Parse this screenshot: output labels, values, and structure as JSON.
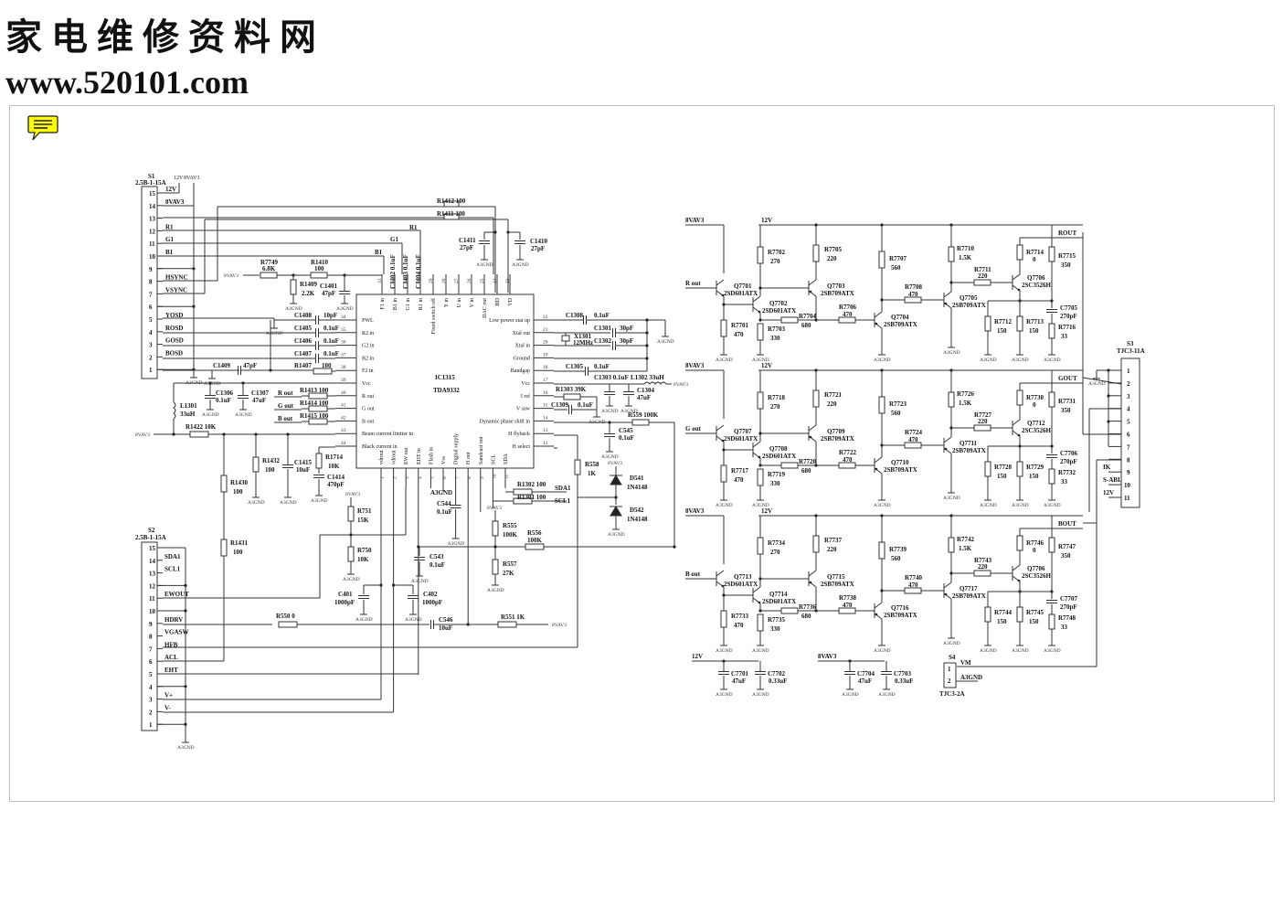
{
  "header": {
    "title_cn": "家电维修资料网",
    "url": "www.520101.com"
  },
  "note_icon": {
    "name": "comment-note-icon",
    "color": "#ffff00"
  },
  "connectors": {
    "S1": {
      "ref": "S1",
      "part": "2.5B-1-15A",
      "pins": [
        "15",
        "14",
        "13",
        "12",
        "11",
        "10",
        "9",
        "8",
        "7",
        "6",
        "5",
        "4",
        "3",
        "2",
        "1"
      ],
      "labels": {
        "15": "12V",
        "14": "8VAV3",
        "12": "R1",
        "11": "G1",
        "10": "B1",
        "8": "HSYNC",
        "7": "VSYNC",
        "5": "YOSD",
        "4": "ROSD",
        "3": "GOSD",
        "2": "BOSD"
      },
      "top_nets": [
        "12V",
        "8VAV3"
      ]
    },
    "S2": {
      "ref": "S2",
      "part": "2.5B-1-15A",
      "pins": [
        "15",
        "14",
        "13",
        "12",
        "11",
        "10",
        "9",
        "8",
        "7",
        "6",
        "5",
        "4",
        "3",
        "2",
        "1"
      ],
      "labels": {
        "14": "SDA1",
        "13": "SCL1",
        "11": "EWOUT",
        "9": "HDRV",
        "8": "VGASW",
        "7": "HFB",
        "6": "ACL",
        "5": "EHT",
        "3": "V+",
        "2": "V-"
      }
    },
    "S3": {
      "ref": "S3",
      "part": "TJC3-11A",
      "pins": [
        "1",
        "2",
        "3",
        "4",
        "5",
        "6",
        "7",
        "8",
        "9",
        "10",
        "11"
      ],
      "labels": {
        "9": "IK",
        "10": "S-ABL",
        "11": "12V"
      }
    },
    "S4": {
      "ref": "S4",
      "part": "TJC3-2A",
      "pins": [
        "1",
        "2"
      ],
      "labels": {
        "1": "VM",
        "2": "A3GND"
      }
    }
  },
  "ic": {
    "ref": "IC1315",
    "part": "TDA9332",
    "left_pins": [
      {
        "n": "34",
        "name": "PWL"
      },
      {
        "n": "35",
        "name": "R2 in"
      },
      {
        "n": "36",
        "name": "G2 in"
      },
      {
        "n": "37",
        "name": "B2 in"
      },
      {
        "n": "38",
        "name": "F2 in"
      },
      {
        "n": "39",
        "name": "Vcc"
      },
      {
        "n": "40",
        "name": "R out"
      },
      {
        "n": "41",
        "name": "G out"
      },
      {
        "n": "42",
        "name": "B out"
      },
      {
        "n": "43",
        "name": "Beam current limiter in"
      },
      {
        "n": "44",
        "name": "Black current in"
      }
    ],
    "top_pins": [
      {
        "n": "33",
        "name": "F1 in"
      },
      {
        "n": "32",
        "name": "B1 in"
      },
      {
        "n": "31",
        "name": "G1 in"
      },
      {
        "n": "30",
        "name": "R1 in"
      },
      {
        "n": "29",
        "name": "Fixed switch off"
      },
      {
        "n": "28",
        "name": "Y in"
      },
      {
        "n": "27",
        "name": "U in"
      },
      {
        "n": "26",
        "name": "V in"
      },
      {
        "n": "25",
        "name": "DAC out"
      },
      {
        "n": "24",
        "name": "HD"
      },
      {
        "n": "23",
        "name": "VD"
      }
    ],
    "right_pins": [
      {
        "n": "22",
        "name": "Low power stat up"
      },
      {
        "n": "21",
        "name": "Xtal out"
      },
      {
        "n": "20",
        "name": "Xtal in"
      },
      {
        "n": "19",
        "name": "Ground"
      },
      {
        "n": "18",
        "name": "Bandgap"
      },
      {
        "n": "17",
        "name": "Vcc"
      },
      {
        "n": "16",
        "name": "I ref"
      },
      {
        "n": "15",
        "name": "V saw"
      },
      {
        "n": "14",
        "name": "Dynamic phase shift in"
      },
      {
        "n": "13",
        "name": "H flyback"
      },
      {
        "n": "12",
        "name": "H select"
      }
    ],
    "bottom_pins": [
      {
        "n": "1",
        "name": "vdrout"
      },
      {
        "n": "2",
        "name": "vdrout"
      },
      {
        "n": "3",
        "name": "EW out"
      },
      {
        "n": "4",
        "name": "EHT in"
      },
      {
        "n": "5",
        "name": "Flash in"
      },
      {
        "n": "6",
        "name": "Vss"
      },
      {
        "n": "7",
        "name": "Digital supply"
      },
      {
        "n": "8",
        "name": "H out"
      },
      {
        "n": "9",
        "name": "Sandcast out"
      },
      {
        "n": "10",
        "name": "SCL"
      },
      {
        "n": "11",
        "name": "SDA"
      }
    ]
  },
  "parts_left": [
    {
      "ref": "R1412",
      "value": "100"
    },
    {
      "ref": "R1411",
      "value": "100"
    },
    {
      "ref": "C1411",
      "value": "27pF"
    },
    {
      "ref": "C1410",
      "value": "27pF"
    },
    {
      "ref": "R7749",
      "value": "6.8K"
    },
    {
      "ref": "R1410",
      "value": "100"
    },
    {
      "ref": "R1409",
      "value": "2.2K"
    },
    {
      "ref": "C1401",
      "value": "47pF"
    },
    {
      "ref": "C1402",
      "value": "0.1uF"
    },
    {
      "ref": "C1403",
      "value": "0.1uF"
    },
    {
      "ref": "C1404",
      "value": "0.1uF"
    },
    {
      "ref": "C1408",
      "value": "10pF"
    },
    {
      "ref": "C1405",
      "value": "0.1uF"
    },
    {
      "ref": "C1406",
      "value": "0.1uF"
    },
    {
      "ref": "C1407",
      "value": "0.1uF"
    },
    {
      "ref": "R1407",
      "value": "100"
    },
    {
      "ref": "C1409",
      "value": "47pF"
    },
    {
      "ref": "C1306",
      "value": "0.1uF"
    },
    {
      "ref": "C1307",
      "value": "47uF"
    },
    {
      "ref": "L1301",
      "value": "33uH"
    },
    {
      "ref": "R1413",
      "value": "100"
    },
    {
      "ref": "R1414",
      "value": "100"
    },
    {
      "ref": "R1415",
      "value": "100"
    },
    {
      "ref": "R1422",
      "value": "10K"
    },
    {
      "ref": "R1432",
      "value": "100"
    },
    {
      "ref": "C1415",
      "value": "10uF"
    },
    {
      "ref": "R1714",
      "value": "10K"
    },
    {
      "ref": "C1414",
      "value": "470pF"
    },
    {
      "ref": "R1430",
      "value": "100"
    },
    {
      "ref": "R1431",
      "value": "100"
    }
  ],
  "parts_right": [
    {
      "ref": "C1308",
      "value": "0.1uF"
    },
    {
      "ref": "C1301",
      "value": "30pF"
    },
    {
      "ref": "C1302",
      "value": "30pF"
    },
    {
      "ref": "X1301",
      "value": "12MHz"
    },
    {
      "ref": "C1305",
      "value": "0.1uF"
    },
    {
      "ref": "C1303",
      "value": "0.1uF"
    },
    {
      "ref": "L1302",
      "value": "33uH"
    },
    {
      "ref": "C1304",
      "value": "47uF"
    },
    {
      "ref": "R1303",
      "value": "39K"
    },
    {
      "ref": "C1309",
      "value": "0.1uF"
    },
    {
      "ref": "R559",
      "value": "100K"
    },
    {
      "ref": "C545",
      "value": "0.1uF"
    },
    {
      "ref": "R558",
      "value": "1K"
    },
    {
      "ref": "D541",
      "value": "1N4148"
    },
    {
      "ref": "D542",
      "value": "1N4148"
    }
  ],
  "parts_bottom": [
    {
      "ref": "R751",
      "value": "15K"
    },
    {
      "ref": "R750",
      "value": "10K"
    },
    {
      "ref": "C401",
      "value": "1000pF"
    },
    {
      "ref": "C402",
      "value": "1000pF"
    },
    {
      "ref": "C543",
      "value": "0.1uF"
    },
    {
      "ref": "C544",
      "value": "0.1uF"
    },
    {
      "ref": "R1302",
      "value": "100"
    },
    {
      "ref": "R1301",
      "value": "100"
    },
    {
      "ref": "R555",
      "value": "100K"
    },
    {
      "ref": "R556",
      "value": "100K"
    },
    {
      "ref": "R557",
      "value": "27K"
    },
    {
      "ref": "R550",
      "value": "0"
    },
    {
      "ref": "C546",
      "value": "10uF"
    },
    {
      "ref": "R551",
      "value": "1K"
    }
  ],
  "net_labels": {
    "gnd": "A3GND",
    "v8": "8VAV3",
    "v12": "12V",
    "sda": "SDA1",
    "scl": "SCL1",
    "rout": "R out",
    "gout": "G out",
    "bout": "B out",
    "r1": "R1",
    "g1": "G1",
    "b1": "B1"
  },
  "amp_channels": [
    {
      "input": "R out",
      "output": "ROUT",
      "q": [
        {
          "ref": "Q7701",
          "part": "2SD601ATX"
        },
        {
          "ref": "Q7702",
          "part": "2SD601ATX"
        },
        {
          "ref": "Q7703",
          "part": "2SB709ATX"
        },
        {
          "ref": "Q7704",
          "part": "2SB709ATX"
        },
        {
          "ref": "Q7705",
          "part": "2SB709ATX"
        },
        {
          "ref": "Q7706",
          "part": "2SC3526H"
        }
      ],
      "r": [
        {
          "ref": "R7701",
          "value": "470"
        },
        {
          "ref": "R7702",
          "value": "270"
        },
        {
          "ref": "R7703",
          "value": "330"
        },
        {
          "ref": "R7704",
          "value": "680"
        },
        {
          "ref": "R7705",
          "value": "220"
        },
        {
          "ref": "R7706",
          "value": "470"
        },
        {
          "ref": "R7707",
          "value": "560"
        },
        {
          "ref": "R7708",
          "value": "470"
        },
        {
          "ref": "R7710",
          "value": "1.5K"
        },
        {
          "ref": "R7711",
          "value": "220"
        },
        {
          "ref": "R7712",
          "value": "150"
        },
        {
          "ref": "R7713",
          "value": "150"
        },
        {
          "ref": "R7714",
          "value": "0"
        },
        {
          "ref": "R7715",
          "value": "350"
        },
        {
          "ref": "R7716",
          "value": "33"
        }
      ],
      "c": {
        "ref": "C7705",
        "value": "270pF"
      }
    },
    {
      "input": "G out",
      "output": "GOUT",
      "q": [
        {
          "ref": "Q7707",
          "part": "2SD601ATX"
        },
        {
          "ref": "Q7708",
          "part": "2SD601ATX"
        },
        {
          "ref": "Q7709",
          "part": "2SB709ATX"
        },
        {
          "ref": "Q7710",
          "part": "2SB709ATX"
        },
        {
          "ref": "Q7711",
          "part": "2SB709ATX"
        },
        {
          "ref": "Q7712",
          "part": "2SC3526H"
        }
      ],
      "r": [
        {
          "ref": "R7717",
          "value": "470"
        },
        {
          "ref": "R7718",
          "value": "270"
        },
        {
          "ref": "R7719",
          "value": "330"
        },
        {
          "ref": "R7720",
          "value": "680"
        },
        {
          "ref": "R7721",
          "value": "220"
        },
        {
          "ref": "R7722",
          "value": "470"
        },
        {
          "ref": "R7723",
          "value": "560"
        },
        {
          "ref": "R7724",
          "value": "470"
        },
        {
          "ref": "R7726",
          "value": "1.5K"
        },
        {
          "ref": "R7727",
          "value": "220"
        },
        {
          "ref": "R7728",
          "value": "150"
        },
        {
          "ref": "R7729",
          "value": "150"
        },
        {
          "ref": "R7730",
          "value": "0"
        },
        {
          "ref": "R7731",
          "value": "350"
        },
        {
          "ref": "R7732",
          "value": "33"
        }
      ],
      "c": {
        "ref": "C7706",
        "value": "270pF"
      }
    },
    {
      "input": "B out",
      "output": "BOUT",
      "q": [
        {
          "ref": "Q7713",
          "part": "2SD601ATX"
        },
        {
          "ref": "Q7714",
          "part": "2SD601ATX"
        },
        {
          "ref": "Q7715",
          "part": "2SB709ATX"
        },
        {
          "ref": "Q7716",
          "part": "2SB709ATX"
        },
        {
          "ref": "Q7717",
          "part": "2SB709ATX"
        },
        {
          "ref": "Q7706",
          "part": "2SC3526H"
        }
      ],
      "r": [
        {
          "ref": "R7733",
          "value": "470"
        },
        {
          "ref": "R7734",
          "value": "270"
        },
        {
          "ref": "R7735",
          "value": "330"
        },
        {
          "ref": "R7736",
          "value": "680"
        },
        {
          "ref": "R7737",
          "value": "220"
        },
        {
          "ref": "R7738",
          "value": "470"
        },
        {
          "ref": "R7739",
          "value": "560"
        },
        {
          "ref": "R7740",
          "value": "470"
        },
        {
          "ref": "R7742",
          "value": "1.5K"
        },
        {
          "ref": "R7743",
          "value": "220"
        },
        {
          "ref": "R7744",
          "value": "150"
        },
        {
          "ref": "R7745",
          "value": "150"
        },
        {
          "ref": "R7746",
          "value": "0"
        },
        {
          "ref": "R7747",
          "value": "350"
        },
        {
          "ref": "R7748",
          "value": "33"
        }
      ],
      "c": {
        "ref": "C7707",
        "value": "270pF"
      }
    }
  ],
  "decoupling": [
    {
      "rail": "12V",
      "caps": [
        {
          "ref": "C7701",
          "value": "47uF"
        },
        {
          "ref": "C7702",
          "value": "0.33uF"
        }
      ]
    },
    {
      "rail": "8VAV3",
      "caps": [
        {
          "ref": "C7704",
          "value": "47uF"
        },
        {
          "ref": "C7703",
          "value": "0.33uF"
        }
      ]
    }
  ]
}
